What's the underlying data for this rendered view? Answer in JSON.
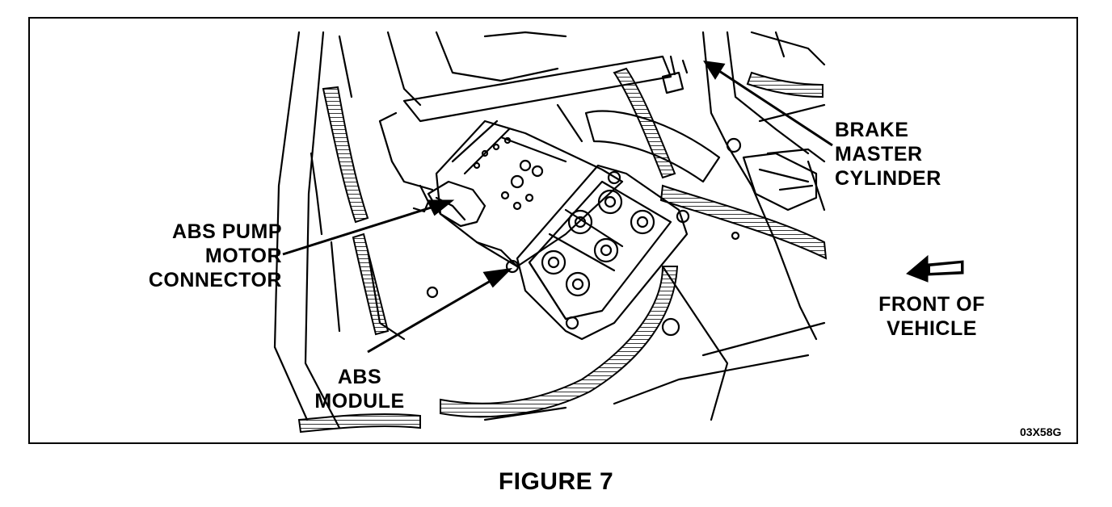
{
  "figure": {
    "caption": "FIGURE 7",
    "image_code": "03X58G"
  },
  "labels": {
    "brake_master_cylinder": [
      "BRAKE",
      "MASTER",
      "CYLINDER"
    ],
    "abs_pump_motor_connector": [
      "ABS PUMP",
      "MOTOR",
      "CONNECTOR"
    ],
    "abs_module": [
      "ABS",
      "MODULE"
    ],
    "front_of_vehicle": [
      "FRONT OF",
      "VEHICLE"
    ]
  },
  "icons": {
    "direction_arrow": "front-direction-arrow-icon"
  }
}
